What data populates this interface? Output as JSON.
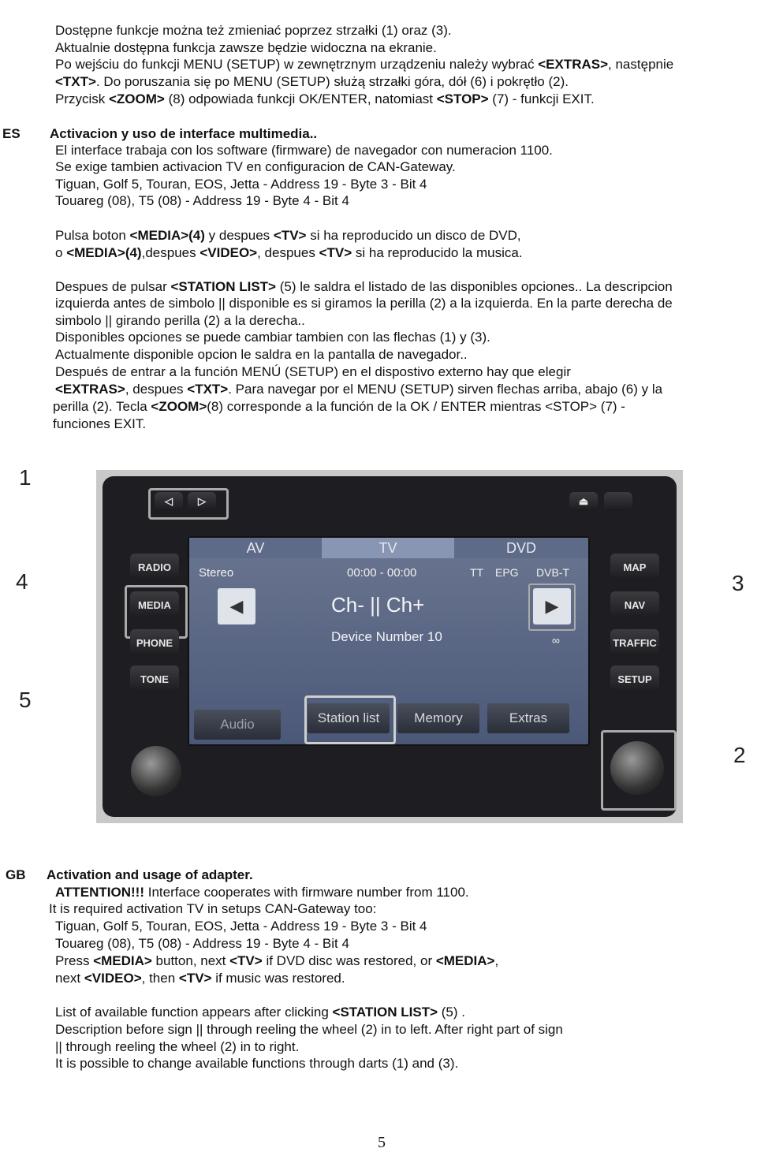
{
  "pl": {
    "l1": "Dostępne funkcje można też zmieniać poprzez strzałki (1) oraz (3).",
    "l2": "Aktualnie dostępna funkcja zawsze będzie widoczna na ekranie.",
    "l3a": "Po wejściu do funkcji MENU (SETUP) w zewnętrznym urządzeniu należy wybrać ",
    "l3b": "<EXTRAS>",
    "l3c": ", następnie",
    "l4a": "<TXT>",
    "l4b": ". Do poruszania się po MENU (SETUP) służą strzałki góra, dół (6) i pokrętło (2).",
    "l5a": "Przycisk ",
    "l5b": "<ZOOM>",
    "l5c": " (8) odpowiada funkcji OK/ENTER, natomiast ",
    "l5d": "<STOP>",
    "l5e": " (7) - funkcji EXIT."
  },
  "es": {
    "tag": "ES",
    "title": "Activacion y uso de interface multimedia..",
    "l1": "El interface trabaja con los software (firmware) de navegador con numeracion 1100.",
    "l2": "Se exige tambien activacion TV en configuracion de CAN-Gateway.",
    "l3": "Tiguan, Golf 5, Touran, EOS, Jetta - Address 19 - Byte 3 - Bit 4",
    "l4": "Touareg (08), T5 (08) - Address 19 - Byte 4 - Bit 4",
    "p1a": "Pulsa boton ",
    "p1b": "<MEDIA>(4)",
    "p1c": " y despues ",
    "p1d": "<TV>",
    "p1e": " si ha reproducido un disco de DVD,",
    "p2a": "o ",
    "p2b": "<MEDIA>(4)",
    "p2c": ",despues ",
    "p2d": "<VIDEO>",
    "p2e": ", despues ",
    "p2f": "<TV>",
    "p2g": " si ha reproducido la musica.",
    "q1a": "Despues de pulsar ",
    "q1b": "<STATION LIST>",
    "q1c": " (5) le saldra el listado de las disponibles opciones.. La descripcion",
    "q2": "izquierda antes de simbolo || disponible es si giramos la perilla (2) a la izquierda. En la parte derecha de",
    "q3": "simbolo || girando perilla (2) a la derecha..",
    "q4": "Disponibles opciones se puede cambiar tambien con las flechas (1) y (3).",
    "q5": "Actualmente disponible opcion le saldra en la pantalla de navegador..",
    "q6": "Después de entrar a la función MENÚ (SETUP) en el dispostivo externo hay que elegir",
    "q7a": "<EXTRAS>",
    "q7b": ", despues ",
    "q7c": "<TXT>",
    "q7d": ". Para navegar por el MENU (SETUP) sirven flechas arriba, abajo (6) y la",
    "q8a": "perilla (2). Tecla ",
    "q8b": "<ZOOM>",
    "q8c": "(8) corresponde a la función de la OK / ENTER mientras <STOP> (7) -",
    "q9": "funciones EXIT."
  },
  "figure": {
    "callouts": [
      "1",
      "4",
      "5",
      "3",
      "2"
    ],
    "tabs": [
      "AV",
      "TV",
      "DVD"
    ],
    "left_buttons": [
      "RADIO",
      "MEDIA",
      "PHONE",
      "TONE"
    ],
    "right_buttons": [
      "MAP",
      "NAV",
      "TRAFFIC",
      "SETUP"
    ],
    "status": {
      "stereo": "Stereo",
      "time": "00:00 - 00:00",
      "tt": "TT",
      "epg": "EPG",
      "dvbt": "DVB-T"
    },
    "channel": "Ch- || Ch+",
    "device_number": "Device Number 10",
    "softkeys": [
      "Audio",
      "Station list",
      "Memory",
      "Extras"
    ]
  },
  "gb": {
    "tag": "GB",
    "title": "Activation and usage of adapter.",
    "att_a": "ATTENTION",
    "att_b": "!!!",
    "att_c": " Interface cooperates with firmware number from 1100.",
    "l2": "It is required activation TV in setups CAN-Gateway too:",
    "l3": "Tiguan, Golf 5, Touran, EOS, Jetta - Address 19 - Byte 3 - Bit 4",
    "l4": "Touareg (08), T5 (08) - Address 19 - Byte 4 - Bit 4",
    "l5a": "Press ",
    "l5b": "<MEDIA>",
    "l5c": " button, next ",
    "l5d": "<TV>",
    "l5e": " if DVD disc was restored, or ",
    "l5f": "<MEDIA>",
    "l5g": ",",
    "l6a": "next ",
    "l6b": "<VIDEO>",
    "l6c": ", then ",
    "l6d": "<TV>",
    "l6e": " if music was restored.",
    "m1a": "List of available function appears after clicking ",
    "m1b": "<STATION LIST>",
    "m1c": " (5) .",
    "m2": "Description before sign || through reeling the wheel (2) in to left. After right part of sign",
    "m3": "|| through reeling the wheel (2) in to right.",
    "m4": "It is possible to change available functions through darts (1) and (3)."
  },
  "page_number": "5"
}
